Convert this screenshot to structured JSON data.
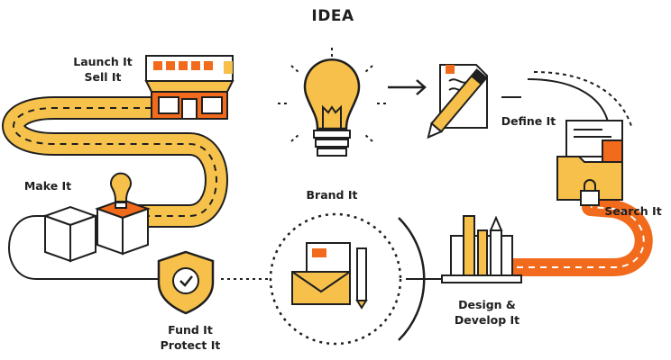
{
  "title": "IDEA",
  "stages": {
    "launch": {
      "line1": "Launch It",
      "line2": "Sell It"
    },
    "make": {
      "line1": "Make It"
    },
    "fund": {
      "line1": "Fund It",
      "line2": "Protect It"
    },
    "brand": {
      "line1": "Brand It"
    },
    "design": {
      "line1": "Design &",
      "line2": "Develop It"
    },
    "search": {
      "line1": "Search It"
    },
    "define": {
      "line1": "Define It"
    }
  },
  "colors": {
    "ink": "#1f1f1f",
    "yellow": "#f6c04a",
    "orange": "#f26a1b",
    "path_yellow": "#f7c24b",
    "path_orange": "#f26a1b"
  },
  "icons": {
    "title": "lightbulb-icon",
    "define": "pen-and-document-icon",
    "search": "folder-with-lock-icon",
    "design": "laptop-with-tools-icon",
    "brand": "envelope-and-pencil-icon",
    "fund": "shield-check-icon",
    "make": "boxes-with-lightbulb-icon",
    "launch": "storefront-icon"
  }
}
